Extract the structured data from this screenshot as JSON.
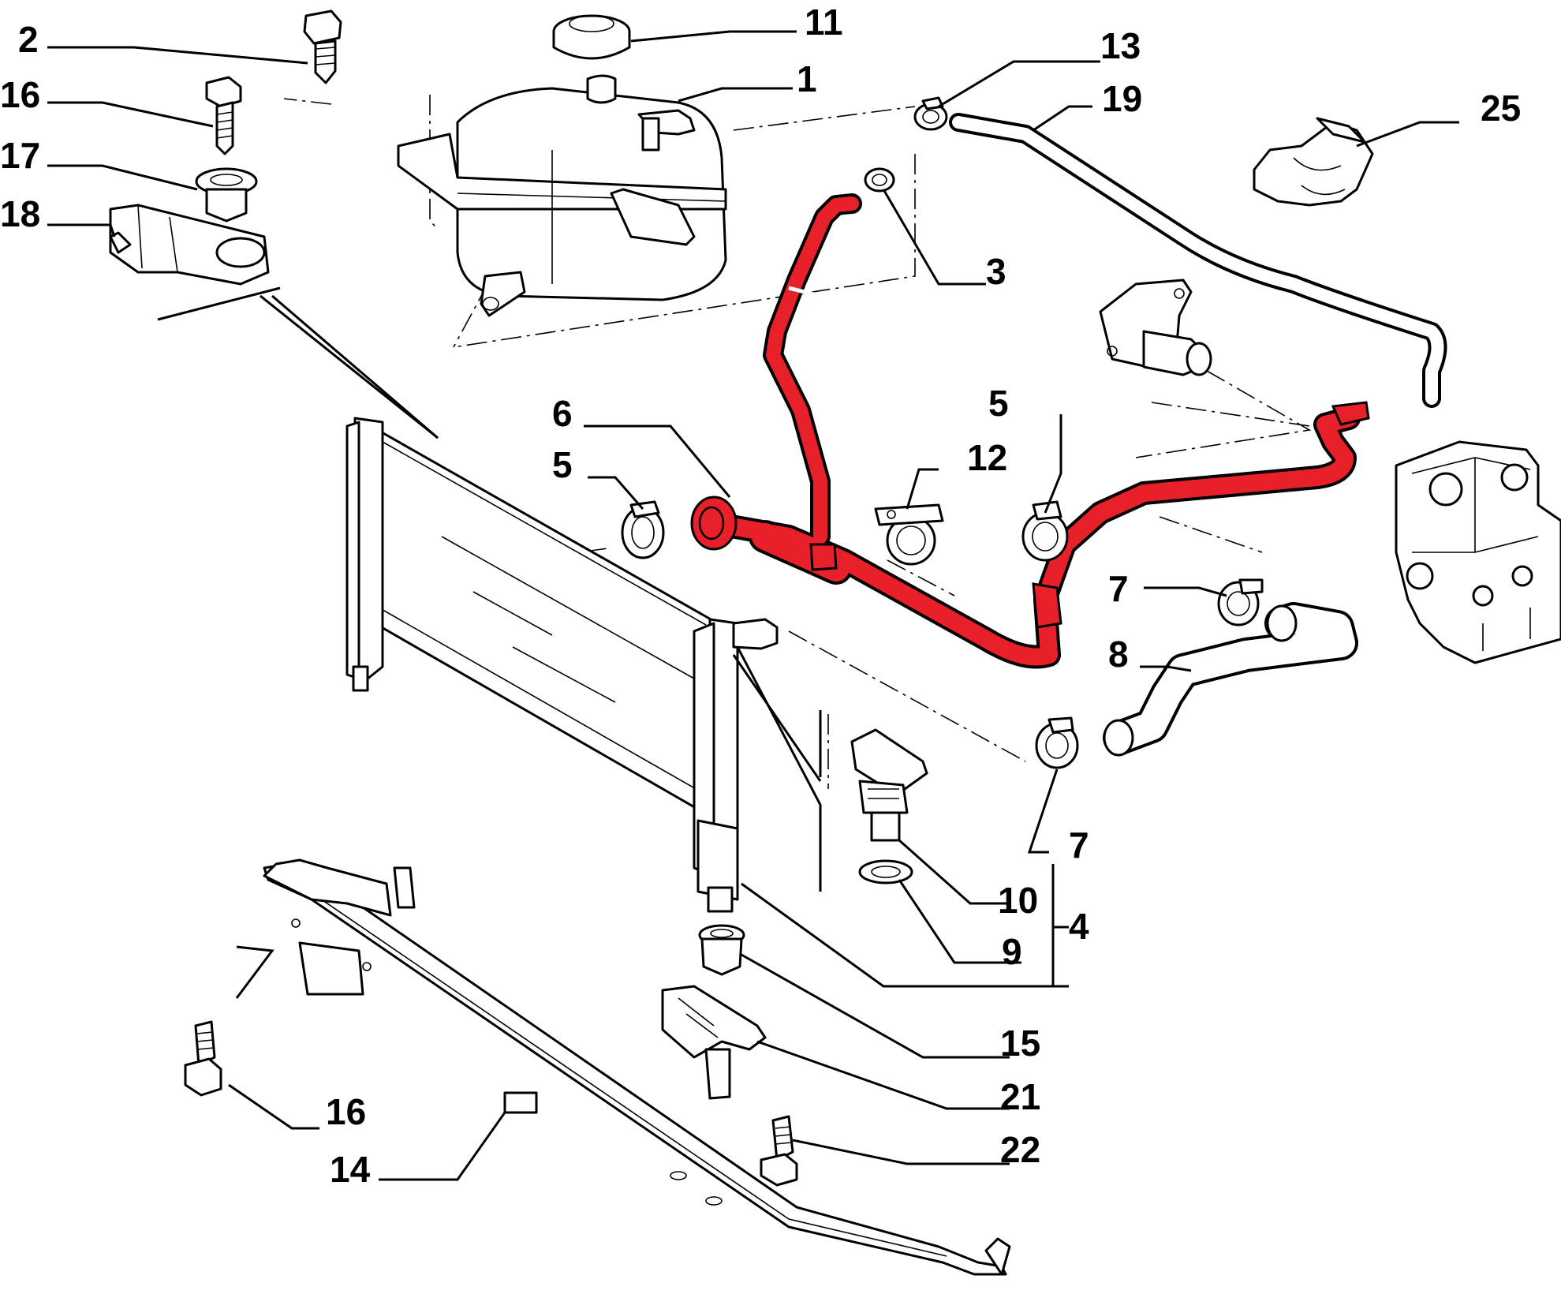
{
  "colors": {
    "highlight": "#e8202a",
    "line": "#000000",
    "background": "#ffffff"
  },
  "callouts": [
    {
      "id": "label-2",
      "text": "2"
    },
    {
      "id": "label-16-top",
      "text": "16"
    },
    {
      "id": "label-17",
      "text": "17"
    },
    {
      "id": "label-18",
      "text": "18"
    },
    {
      "id": "label-11",
      "text": "11"
    },
    {
      "id": "label-1",
      "text": "1"
    },
    {
      "id": "label-13",
      "text": "13"
    },
    {
      "id": "label-19",
      "text": "19"
    },
    {
      "id": "label-25",
      "text": "25"
    },
    {
      "id": "label-3",
      "text": "3"
    },
    {
      "id": "label-6",
      "text": "6"
    },
    {
      "id": "label-5-left",
      "text": "5"
    },
    {
      "id": "label-12",
      "text": "12"
    },
    {
      "id": "label-5-right",
      "text": "5"
    },
    {
      "id": "label-7-top",
      "text": "7"
    },
    {
      "id": "label-8",
      "text": "8"
    },
    {
      "id": "label-7-bottom",
      "text": "7"
    },
    {
      "id": "label-10",
      "text": "10"
    },
    {
      "id": "label-4",
      "text": "4"
    },
    {
      "id": "label-9",
      "text": "9"
    },
    {
      "id": "label-15",
      "text": "15"
    },
    {
      "id": "label-21",
      "text": "21"
    },
    {
      "id": "label-16-bottom",
      "text": "16"
    },
    {
      "id": "label-22",
      "text": "22"
    },
    {
      "id": "label-14",
      "text": "14"
    }
  ]
}
